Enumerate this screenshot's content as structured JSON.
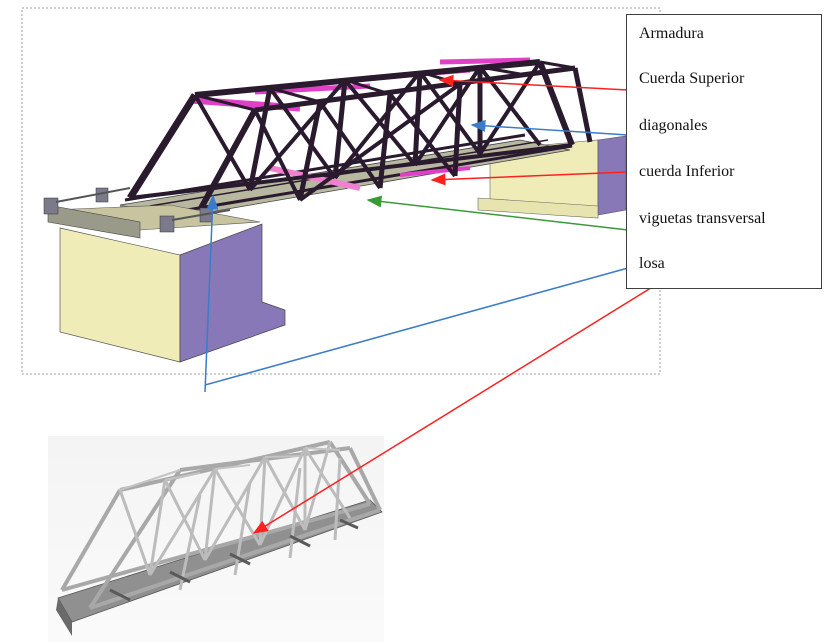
{
  "legend": {
    "items": [
      {
        "id": "armadura",
        "label": "Armadura"
      },
      {
        "id": "cuerda-superior",
        "label": "Cuerda Superior",
        "arrow_color": "#ff2020"
      },
      {
        "id": "diagonales",
        "label": "diagonales",
        "arrow_color": "#3a7cc9"
      },
      {
        "id": "cuerda-inferior",
        "label": "cuerda Inferior",
        "arrow_color": "#ff2020"
      },
      {
        "id": "viguetas-transversal",
        "label": "viguetas transversal",
        "arrow_color": "#3a9a3a"
      },
      {
        "id": "losa",
        "label": "losa",
        "arrow_color": "#3a7cc9"
      }
    ]
  },
  "colors": {
    "truss_steel": "#2a1a2e",
    "highlight": "#e040c8",
    "abutment_front": "#f0ecb8",
    "abutment_side": "#8878b8",
    "deck": "#b8b8a0",
    "model_steel": "#b8b8b8"
  }
}
